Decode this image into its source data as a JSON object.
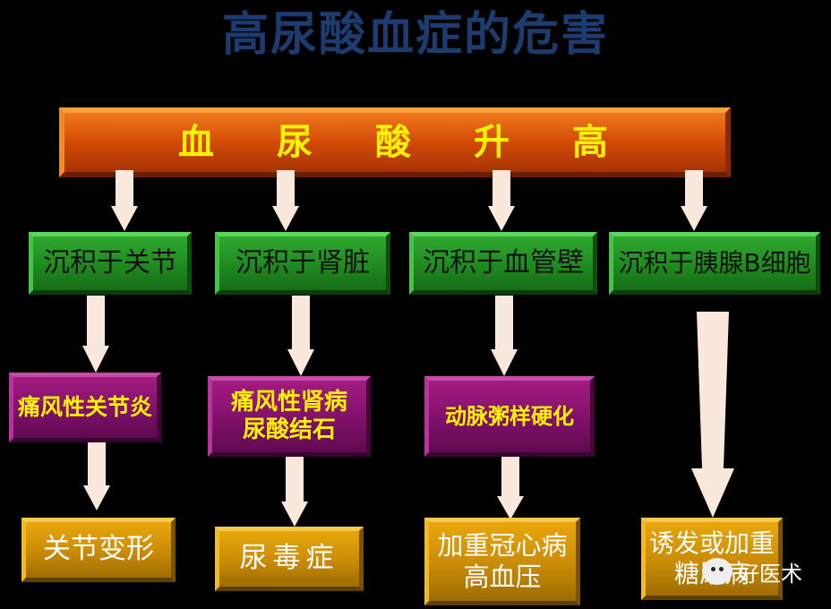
{
  "title": "高尿酸血症的危害",
  "root": {
    "chars": [
      "血",
      "尿",
      "酸",
      "升",
      "高"
    ]
  },
  "level1": [
    "沉积于关节",
    "沉积于肾脏",
    "沉积于血管壁",
    "沉积于胰腺B细胞"
  ],
  "level2": {
    "joint": "痛风性关节炎",
    "kidney": [
      "痛风性肾病",
      "尿酸结石"
    ],
    "vessel": "动脉粥样硬化"
  },
  "level3": {
    "joint": "关节变形",
    "kidney": "尿毒症",
    "vessel": [
      "加重冠心病",
      "高血压"
    ],
    "pancreas": [
      "诱发或加重",
      "糖尿病"
    ]
  },
  "watermark": "好医术",
  "colors": {
    "title": "#1c3b6e",
    "banner": "#d24a06",
    "banner_text": "#fff200",
    "green": "#1f8a1f",
    "magenta": "#80106a",
    "gold": "#c98b06",
    "arrow": "#fbe8dc"
  }
}
